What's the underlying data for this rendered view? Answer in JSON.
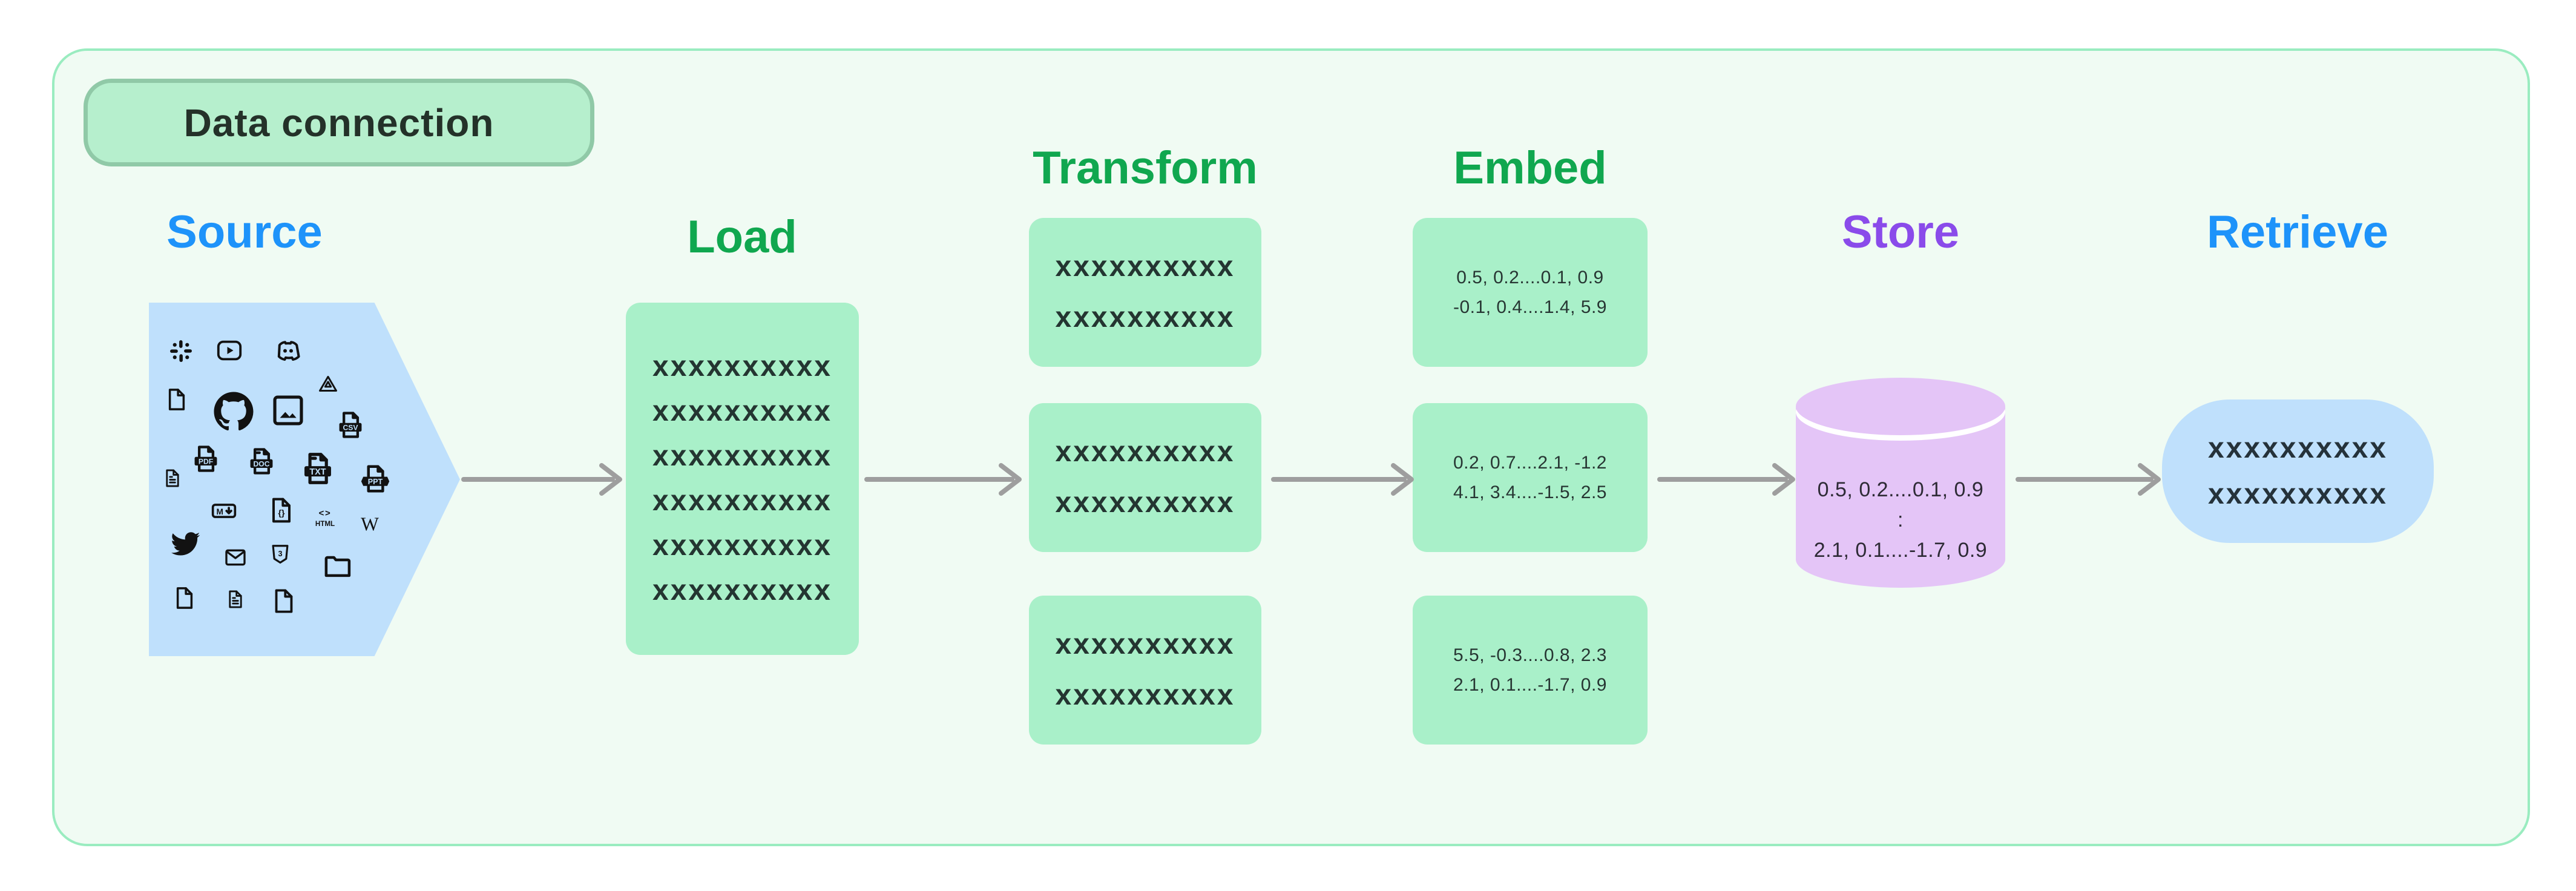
{
  "page": {
    "title_badge": "Data connection"
  },
  "colors": {
    "page_background": "#FFFFFF",
    "card_background": "#F0FBF3",
    "card_border": "#9AECC0",
    "title_badge_fill": "#B6EFCD",
    "title_badge_border": "#90C9A7",
    "heading_blue": "#1E93FA",
    "heading_green": "#10A74F",
    "heading_purple": "#8A4BEA",
    "source_fill": "#BFE0FC",
    "process_box_fill": "#A9F0C9",
    "store_fill": "#E4C5F7",
    "retrieve_fill": "#BFE0FC",
    "arrow_gray": "#9E9E9E",
    "icon_ink": "#121212",
    "text_dark": "#243531"
  },
  "stages": {
    "source": {
      "label": "Source"
    },
    "load": {
      "label": "Load",
      "lines": [
        "xxxxxxxxxx",
        "xxxxxxxxxx",
        "xxxxxxxxxx",
        "xxxxxxxxxx",
        "xxxxxxxxxx",
        "xxxxxxxxxx"
      ]
    },
    "transform": {
      "label": "Transform",
      "boxes": [
        {
          "lines": [
            "xxxxxxxxxx",
            "xxxxxxxxxx"
          ]
        },
        {
          "lines": [
            "xxxxxxxxxx",
            "xxxxxxxxxx"
          ]
        },
        {
          "lines": [
            "xxxxxxxxxx",
            "xxxxxxxxxx"
          ]
        }
      ]
    },
    "embed": {
      "label": "Embed",
      "boxes": [
        {
          "lines": [
            "0.5, 0.2....0.1, 0.9",
            "-0.1, 0.4....1.4, 5.9"
          ]
        },
        {
          "lines": [
            "0.2, 0.7....2.1, -1.2",
            "4.1, 3.4....-1.5, 2.5"
          ]
        },
        {
          "lines": [
            "5.5, -0.3....0.8, 2.3",
            "2.1, 0.1....-1.7, 0.9"
          ]
        }
      ]
    },
    "store": {
      "label": "Store",
      "lines": [
        "0.5, 0.2....0.1, 0.9",
        ":",
        "2.1, 0.1....-1.7, 0.9"
      ]
    },
    "retrieve": {
      "label": "Retrieve",
      "lines": [
        "xxxxxxxxxx",
        "xxxxxxxxxx"
      ]
    }
  },
  "source_icons": [
    "slack",
    "youtube",
    "discord",
    "file",
    "github",
    "image",
    "google-drive",
    "csv-file",
    "document",
    "pdf-file",
    "doc-file",
    "txt-file",
    "ppt-file",
    "markdown",
    "code-file",
    "html",
    "wikipedia",
    "twitter",
    "email",
    "css3",
    "folder",
    "file",
    "document",
    "file"
  ],
  "icon_labels": {
    "csv": "CSV",
    "pdf": "PDF",
    "doc": "DOC",
    "txt": "TXT",
    "ppt": "PPT",
    "markdown_m": "M",
    "code_braces": "{}",
    "html_brackets": "<>",
    "html_label": "HTML",
    "wikipedia_w": "W",
    "css3_digit": "3"
  }
}
